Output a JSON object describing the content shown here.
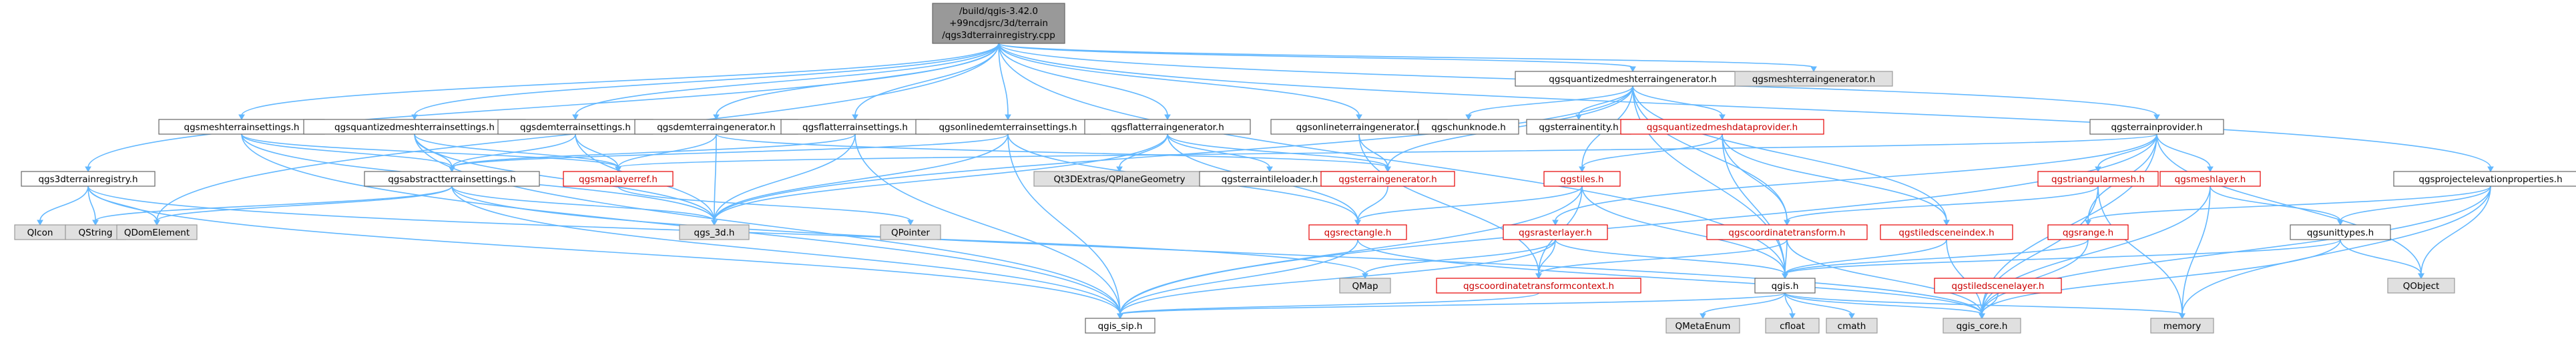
{
  "diagram": {
    "root": {
      "lines": [
        "/build/qgis-3.42.0",
        "+99ncdjsrc/3d/terrain",
        "/qgs3dterrainregistry.cpp"
      ]
    },
    "nodes": {
      "qgs3dterrainregistry_h": "qgs3dterrainregistry.h",
      "qgsmeshterrainsettings_h": "qgsmeshterrainsettings.h",
      "qgsquantizedmeshterrainsettings_h": "qgsquantizedmeshterrainsettings.h",
      "qgsdemterrainsettings_h": "qgsdemterrainsettings.h",
      "qgsdemterraingenerator_h": "qgsdemterraingenerator.h",
      "qgsflatterrainsettings_h": "qgsflatterrainsettings.h",
      "qgsonlinedemterrainsettings_h": "qgsonlinedemterrainsettings.h",
      "qgsflatterraingenerator_h": "qgsflatterraingenerator.h",
      "qgsonlineterraingenerator_h": "qgsonlineterraingenerator.h",
      "qgsquantizedmeshterraingenerator_h": "qgsquantizedmeshterraingenerator.h",
      "qgsmeshterraingenerator_h": "qgsmeshterraingenerator.h",
      "qgsterrainprovider_h": "qgsterrainprovider.h",
      "qgsprojectelevationproperties_h": "qgsprojectelevationproperties.h",
      "qgschunknode_h": "qgschunknode.h",
      "qgsterrainentity_h": "qgsterrainentity.h",
      "qgsquantizedmeshdataprovider_h": "qgsquantizedmeshdataprovider.h",
      "qgsabstractterrainsettings_h": "qgsabstractterrainsettings.h",
      "qgsmaplayerref_h": "qgsmaplayerref.h",
      "Qt3DExtras_QPlaneGeometry": "Qt3DExtras/QPlaneGeometry",
      "qgsterraintileloader_h": "qgsterraintileloader.h",
      "qgsterraingenerator_h": "qgsterraingenerator.h",
      "qgstiles_h": "qgstiles.h",
      "qgstriangularmesh_h": "qgstriangularmesh.h",
      "qgsmeshlayer_h": "qgsmeshlayer.h",
      "QIcon": "QIcon",
      "QString": "QString",
      "QDomElement": "QDomElement",
      "qgs_3d_h": "qgs_3d.h",
      "QPointer": "QPointer",
      "qgsrectangle_h": "qgsrectangle.h",
      "qgsrasterlayer_h": "qgsrasterlayer.h",
      "qgscoordinatetransform_h": "qgscoordinatetransform.h",
      "qgstiledsceneindex_h": "qgstiledsceneindex.h",
      "qgsrange_h": "qgsrange.h",
      "qgsunittypes_h": "qgsunittypes.h",
      "QObject": "QObject",
      "QMap": "QMap",
      "qgscoordinatetransformcontext_h": "qgscoordinatetransformcontext.h",
      "qgis_h": "qgis.h",
      "qgstiledscenelayer_h": "qgstiledscenelayer.h",
      "qgis_sip_h": "qgis_sip.h",
      "QMetaEnum": "QMetaEnum",
      "cfloat": "cfloat",
      "cmath": "cmath",
      "qgis_core_h": "qgis_core.h",
      "memory": "memory"
    },
    "colors": {
      "background": "#ffffff",
      "root_fill": "#999999",
      "node_fill": "#ffffff",
      "node_stroke": "#666666",
      "external_fill": "#e0e0e0",
      "external_stroke": "#999999",
      "warning_stroke": "#e60000",
      "warning_text": "#cc0000",
      "edge": "#63b8ff",
      "text": "#000000"
    }
  }
}
